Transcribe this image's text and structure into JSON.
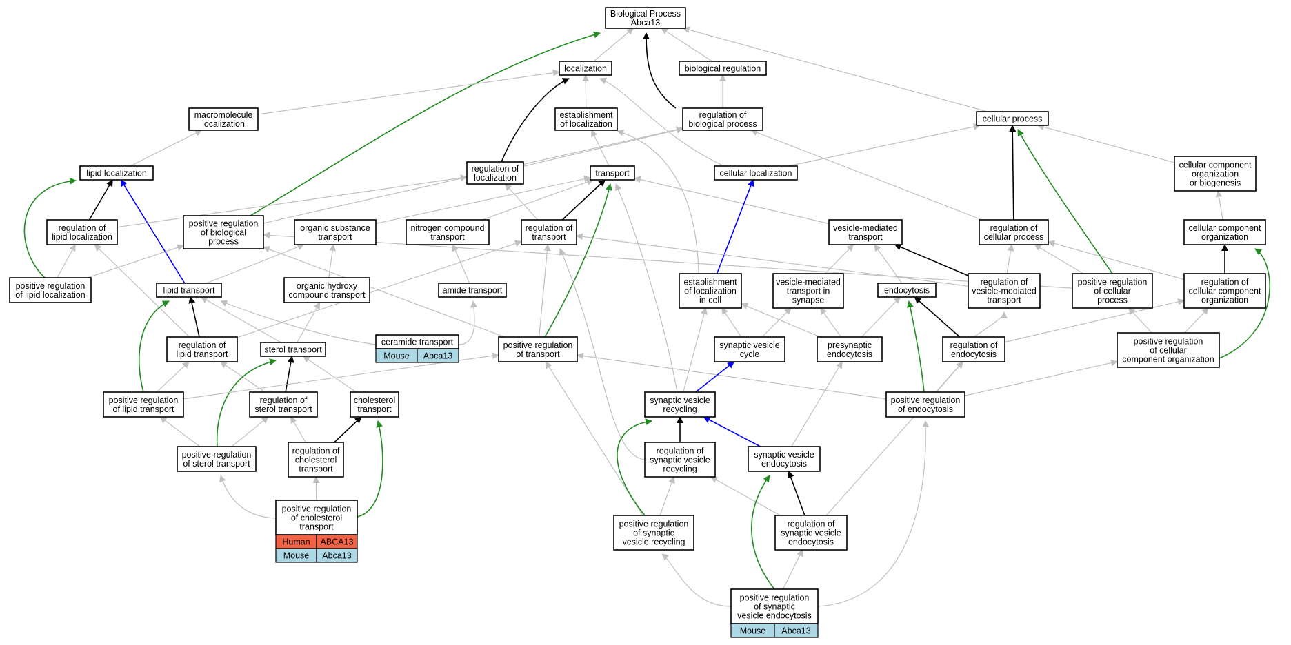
{
  "colors": {
    "gray": "#c0c0c0",
    "black": "#000000",
    "blue": "#0000ff",
    "green": "#228b22",
    "human": "#f46245",
    "mouse": "#add8e6"
  },
  "nodes": [
    {
      "id": "bp",
      "lines": [
        "Biological Process",
        "Abca13"
      ]
    },
    {
      "id": "loc",
      "lines": [
        "localization"
      ]
    },
    {
      "id": "bioreg",
      "lines": [
        "biological regulation"
      ]
    },
    {
      "id": "macroloc",
      "lines": [
        "macromolecule",
        "localization"
      ]
    },
    {
      "id": "estloc",
      "lines": [
        "establishment",
        "of localization"
      ]
    },
    {
      "id": "regbp",
      "lines": [
        "regulation of",
        "biological process"
      ]
    },
    {
      "id": "cellproc",
      "lines": [
        "cellular process"
      ]
    },
    {
      "id": "lipidloc",
      "lines": [
        "lipid localization"
      ]
    },
    {
      "id": "regloc",
      "lines": [
        "regulation of",
        "localization"
      ]
    },
    {
      "id": "transport",
      "lines": [
        "transport"
      ]
    },
    {
      "id": "cellloc",
      "lines": [
        "cellular localization"
      ]
    },
    {
      "id": "ccob",
      "lines": [
        "cellular component",
        "organization",
        "or biogenesis"
      ]
    },
    {
      "id": "reglipidloc",
      "lines": [
        "regulation of",
        "lipid localization"
      ]
    },
    {
      "id": "posregbp",
      "lines": [
        "positive regulation",
        "of biological",
        "process"
      ]
    },
    {
      "id": "orgsub",
      "lines": [
        "organic substance",
        "transport"
      ]
    },
    {
      "id": "nitro",
      "lines": [
        "nitrogen compound",
        "transport"
      ]
    },
    {
      "id": "regtransport",
      "lines": [
        "regulation of",
        "transport"
      ]
    },
    {
      "id": "vesmed",
      "lines": [
        "vesicle-mediated",
        "transport"
      ]
    },
    {
      "id": "regcellproc",
      "lines": [
        "regulation of",
        "cellular process"
      ]
    },
    {
      "id": "cco",
      "lines": [
        "cellular component",
        "organization"
      ]
    },
    {
      "id": "posreglipidloc",
      "lines": [
        "positive regulation",
        "of lipid localization"
      ]
    },
    {
      "id": "lipidtransport",
      "lines": [
        "lipid transport"
      ]
    },
    {
      "id": "orghydroxy",
      "lines": [
        "organic hydroxy",
        "compound transport"
      ]
    },
    {
      "id": "amide",
      "lines": [
        "amide transport"
      ]
    },
    {
      "id": "estlocincell",
      "lines": [
        "establishment",
        "of localization",
        "in cell"
      ]
    },
    {
      "id": "vesmedsyn",
      "lines": [
        "vesicle-mediated",
        "transport in",
        "synapse"
      ]
    },
    {
      "id": "endocytosis",
      "lines": [
        "endocytosis"
      ]
    },
    {
      "id": "regvesmed",
      "lines": [
        "regulation of",
        "vesicle-mediated",
        "transport"
      ]
    },
    {
      "id": "posregcellproc",
      "lines": [
        "positive regulation",
        "of cellular",
        "process"
      ]
    },
    {
      "id": "regcco",
      "lines": [
        "regulation of",
        "cellular component",
        "organization"
      ]
    },
    {
      "id": "reglipidtransport",
      "lines": [
        "regulation of",
        "lipid transport"
      ]
    },
    {
      "id": "steroltransport",
      "lines": [
        "sterol transport"
      ]
    },
    {
      "id": "ceramide",
      "lines": [
        "ceramide transport"
      ],
      "tags": [
        [
          "Mouse",
          "Abca13"
        ]
      ]
    },
    {
      "id": "posregtransport",
      "lines": [
        "positive regulation",
        "of transport"
      ]
    },
    {
      "id": "synvescycle",
      "lines": [
        "synaptic vesicle",
        "cycle"
      ]
    },
    {
      "id": "presynendo",
      "lines": [
        "presynaptic",
        "endocytosis"
      ]
    },
    {
      "id": "regendo",
      "lines": [
        "regulation of",
        "endocytosis"
      ]
    },
    {
      "id": "posregcco",
      "lines": [
        "positive regulation",
        "of cellular",
        "component organization"
      ]
    },
    {
      "id": "posreglipidtransport",
      "lines": [
        "positive regulation",
        "of lipid transport"
      ]
    },
    {
      "id": "regsteroltransport",
      "lines": [
        "regulation of",
        "sterol transport"
      ]
    },
    {
      "id": "cholesterol",
      "lines": [
        "cholesterol",
        "transport"
      ]
    },
    {
      "id": "synvesrec",
      "lines": [
        "synaptic vesicle",
        "recycling"
      ]
    },
    {
      "id": "posregendo",
      "lines": [
        "positive regulation",
        "of endocytosis"
      ]
    },
    {
      "id": "posregsterol",
      "lines": [
        "positive regulation",
        "of sterol transport"
      ]
    },
    {
      "id": "regchol",
      "lines": [
        "regulation of",
        "cholesterol",
        "transport"
      ]
    },
    {
      "id": "regsynvesrec",
      "lines": [
        "regulation of",
        "synaptic vesicle",
        "recycling"
      ]
    },
    {
      "id": "synvesendo",
      "lines": [
        "synaptic vesicle",
        "endocytosis"
      ]
    },
    {
      "id": "posregchol",
      "lines": [
        "positive regulation",
        "of cholesterol",
        "transport"
      ],
      "tags": [
        [
          "Human",
          "ABCA13"
        ],
        [
          "Mouse",
          "Abca13"
        ]
      ]
    },
    {
      "id": "posregsynvesrec",
      "lines": [
        "positive regulation",
        "of synaptic",
        "vesicle recycling"
      ]
    },
    {
      "id": "regsynvesendo",
      "lines": [
        "regulation of",
        "synaptic vesicle",
        "endocytosis"
      ]
    },
    {
      "id": "posregsynvesendo",
      "lines": [
        "positive regulation",
        "of synaptic",
        "vesicle endocytosis"
      ],
      "tags": [
        [
          "Mouse",
          "Abca13"
        ]
      ]
    }
  ],
  "edges": [
    {
      "from": "loc",
      "to": "bp",
      "color": "gray"
    },
    {
      "from": "bioreg",
      "to": "bp",
      "color": "gray"
    },
    {
      "from": "regbp",
      "to": "bp",
      "color": "black"
    },
    {
      "from": "cellproc",
      "to": "bp",
      "color": "gray"
    },
    {
      "from": "posregbp",
      "to": "bp",
      "color": "green"
    },
    {
      "from": "macroloc",
      "to": "loc",
      "color": "gray"
    },
    {
      "from": "estloc",
      "to": "loc",
      "color": "gray"
    },
    {
      "from": "regloc",
      "to": "loc",
      "color": "black"
    },
    {
      "from": "cellloc",
      "to": "loc",
      "color": "gray"
    },
    {
      "from": "regbp",
      "to": "bioreg",
      "color": "gray"
    },
    {
      "from": "lipidloc",
      "to": "macroloc",
      "color": "gray"
    },
    {
      "from": "transport",
      "to": "estloc",
      "color": "gray"
    },
    {
      "from": "estlocincell",
      "to": "estloc",
      "color": "gray"
    },
    {
      "from": "regloc",
      "to": "regbp",
      "color": "gray"
    },
    {
      "from": "posregbp",
      "to": "regbp",
      "color": "gray"
    },
    {
      "from": "regcellproc",
      "to": "regbp",
      "color": "gray"
    },
    {
      "from": "cellloc",
      "to": "cellproc",
      "color": "gray"
    },
    {
      "from": "ccob",
      "to": "cellproc",
      "color": "gray"
    },
    {
      "from": "regcellproc",
      "to": "cellproc",
      "color": "black"
    },
    {
      "from": "posregcellproc",
      "to": "cellproc",
      "color": "green"
    },
    {
      "from": "reglipidloc",
      "to": "lipidloc",
      "color": "black"
    },
    {
      "from": "posreglipidloc",
      "to": "lipidloc",
      "color": "green"
    },
    {
      "from": "lipidtransport",
      "to": "lipidloc",
      "color": "blue"
    },
    {
      "from": "reglipidloc",
      "to": "regloc",
      "color": "gray"
    },
    {
      "from": "regtransport",
      "to": "regloc",
      "color": "gray"
    },
    {
      "from": "orgsub",
      "to": "transport",
      "color": "gray"
    },
    {
      "from": "nitro",
      "to": "transport",
      "color": "gray"
    },
    {
      "from": "regtransport",
      "to": "transport",
      "color": "black"
    },
    {
      "from": "vesmed",
      "to": "transport",
      "color": "gray"
    },
    {
      "from": "posregtransport",
      "to": "transport",
      "color": "green"
    },
    {
      "from": "synvesrec",
      "to": "transport",
      "color": "gray"
    },
    {
      "from": "estlocincell",
      "to": "cellloc",
      "color": "blue"
    },
    {
      "from": "cco",
      "to": "ccob",
      "color": "gray"
    },
    {
      "from": "posreglipidloc",
      "to": "reglipidloc",
      "color": "gray"
    },
    {
      "from": "reglipidtransport",
      "to": "reglipidloc",
      "color": "gray"
    },
    {
      "from": "posreglipidloc",
      "to": "posregbp",
      "color": "gray"
    },
    {
      "from": "posregtransport",
      "to": "posregbp",
      "color": "gray"
    },
    {
      "from": "posregcellproc",
      "to": "posregbp",
      "color": "gray"
    },
    {
      "from": "lipidtransport",
      "to": "orgsub",
      "color": "gray"
    },
    {
      "from": "orghydroxy",
      "to": "orgsub",
      "color": "gray"
    },
    {
      "from": "amide",
      "to": "nitro",
      "color": "gray"
    },
    {
      "from": "reglipidtransport",
      "to": "regtransport",
      "color": "gray"
    },
    {
      "from": "posregtransport",
      "to": "regtransport",
      "color": "gray"
    },
    {
      "from": "regvesmed",
      "to": "regtransport",
      "color": "gray"
    },
    {
      "from": "regsynvesrec",
      "to": "regtransport",
      "color": "gray"
    },
    {
      "from": "vesmedsyn",
      "to": "vesmed",
      "color": "gray"
    },
    {
      "from": "endocytosis",
      "to": "vesmed",
      "color": "gray"
    },
    {
      "from": "regvesmed",
      "to": "vesmed",
      "color": "black"
    },
    {
      "from": "regvesmed",
      "to": "regcellproc",
      "color": "gray"
    },
    {
      "from": "posregcellproc",
      "to": "regcellproc",
      "color": "gray"
    },
    {
      "from": "regcco",
      "to": "regcellproc",
      "color": "gray"
    },
    {
      "from": "regcco",
      "to": "cco",
      "color": "black"
    },
    {
      "from": "posregcco",
      "to": "cco",
      "color": "green"
    },
    {
      "from": "reglipidtransport",
      "to": "lipidtransport",
      "color": "black"
    },
    {
      "from": "steroltransport",
      "to": "lipidtransport",
      "color": "gray"
    },
    {
      "from": "ceramide",
      "to": "lipidtransport",
      "color": "gray"
    },
    {
      "from": "posreglipidtransport",
      "to": "lipidtransport",
      "color": "green"
    },
    {
      "from": "steroltransport",
      "to": "orghydroxy",
      "color": "gray"
    },
    {
      "from": "ceramide",
      "to": "amide",
      "color": "gray"
    },
    {
      "from": "synvescycle",
      "to": "estlocincell",
      "color": "gray"
    },
    {
      "from": "presynendo",
      "to": "estlocincell",
      "color": "gray"
    },
    {
      "from": "synvesrec",
      "to": "estlocincell",
      "color": "gray"
    },
    {
      "from": "synvescycle",
      "to": "vesmedsyn",
      "color": "gray"
    },
    {
      "from": "presynendo",
      "to": "vesmedsyn",
      "color": "gray"
    },
    {
      "from": "presynendo",
      "to": "endocytosis",
      "color": "gray"
    },
    {
      "from": "regendo",
      "to": "endocytosis",
      "color": "black"
    },
    {
      "from": "posregendo",
      "to": "endocytosis",
      "color": "green"
    },
    {
      "from": "regendo",
      "to": "regvesmed",
      "color": "gray"
    },
    {
      "from": "posregcco",
      "to": "posregcellproc",
      "color": "gray"
    },
    {
      "from": "regendo",
      "to": "regcco",
      "color": "gray"
    },
    {
      "from": "posregcco",
      "to": "regcco",
      "color": "gray"
    },
    {
      "from": "posreglipidtransport",
      "to": "reglipidtransport",
      "color": "gray"
    },
    {
      "from": "regsteroltransport",
      "to": "reglipidtransport",
      "color": "gray"
    },
    {
      "from": "regsteroltransport",
      "to": "steroltransport",
      "color": "black"
    },
    {
      "from": "cholesterol",
      "to": "steroltransport",
      "color": "gray"
    },
    {
      "from": "posregsterol",
      "to": "steroltransport",
      "color": "green"
    },
    {
      "from": "posreglipidtransport",
      "to": "posregtransport",
      "color": "gray"
    },
    {
      "from": "posregendo",
      "to": "posregtransport",
      "color": "gray"
    },
    {
      "from": "posregsynvesrec",
      "to": "posregtransport",
      "color": "gray"
    },
    {
      "from": "synvesrec",
      "to": "synvescycle",
      "color": "blue"
    },
    {
      "from": "synvesendo",
      "to": "presynendo",
      "color": "gray"
    },
    {
      "from": "posregendo",
      "to": "regendo",
      "color": "gray"
    },
    {
      "from": "regsynvesendo",
      "to": "regendo",
      "color": "gray"
    },
    {
      "from": "posregendo",
      "to": "posregcco",
      "color": "gray"
    },
    {
      "from": "posregsterol",
      "to": "posreglipidtransport",
      "color": "gray"
    },
    {
      "from": "posregsterol",
      "to": "regsteroltransport",
      "color": "gray"
    },
    {
      "from": "regchol",
      "to": "regsteroltransport",
      "color": "gray"
    },
    {
      "from": "regchol",
      "to": "cholesterol",
      "color": "black"
    },
    {
      "from": "posregchol",
      "to": "cholesterol",
      "color": "green"
    },
    {
      "from": "regsynvesrec",
      "to": "synvesrec",
      "color": "black"
    },
    {
      "from": "synvesendo",
      "to": "synvesrec",
      "color": "blue"
    },
    {
      "from": "posregsynvesrec",
      "to": "synvesrec",
      "color": "green"
    },
    {
      "from": "posregsynvesendo",
      "to": "posregendo",
      "color": "gray"
    },
    {
      "from": "posregchol",
      "to": "posregsterol",
      "color": "gray"
    },
    {
      "from": "posregchol",
      "to": "regchol",
      "color": "gray"
    },
    {
      "from": "posregsynvesrec",
      "to": "regsynvesrec",
      "color": "gray"
    },
    {
      "from": "regsynvesendo",
      "to": "regsynvesrec",
      "color": "gray"
    },
    {
      "from": "regsynvesendo",
      "to": "synvesendo",
      "color": "black"
    },
    {
      "from": "posregsynvesendo",
      "to": "synvesendo",
      "color": "green"
    },
    {
      "from": "posregsynvesendo",
      "to": "posregsynvesrec",
      "color": "gray"
    },
    {
      "from": "posregsynvesendo",
      "to": "regsynvesendo",
      "color": "gray"
    }
  ]
}
